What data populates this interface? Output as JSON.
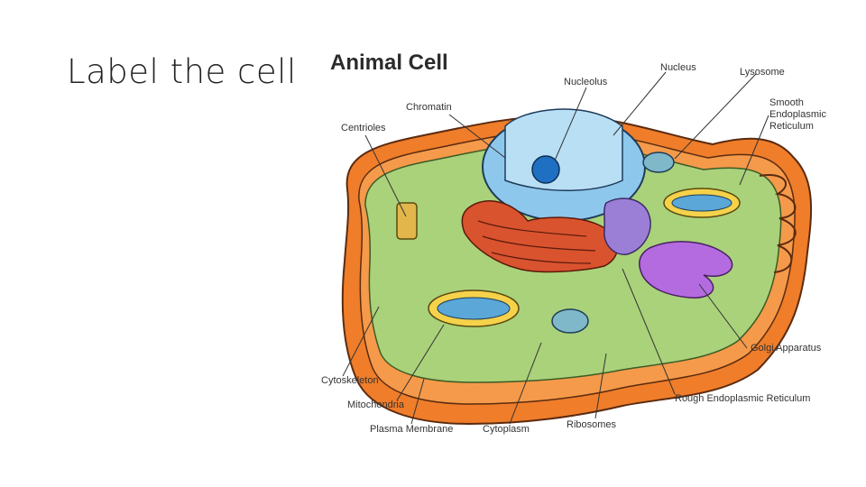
{
  "slide": {
    "title": "Label the cell"
  },
  "diagram": {
    "title": "Animal Cell",
    "labels": {
      "nucleolus": "Nucleolus",
      "nucleus": "Nucleus",
      "lysosome": "Lysosome",
      "chromatin": "Chromatin",
      "centrioles": "Centrioles",
      "smooth_er_1": "Smooth",
      "smooth_er_2": "Endoplasmic",
      "smooth_er_3": "Reticulum",
      "golgi": "Golgi Apparatus",
      "cytoskeleton": "Cytoskeleton",
      "mitochondria": "Mitochondria",
      "rough_er": "Rough Endoplasmic Reticulum",
      "plasma_membrane": "Plasma Membrane",
      "cytoplasm": "Cytoplasm",
      "ribosomes": "Ribosomes"
    },
    "colors": {
      "membrane_outer": "#ef7d2a",
      "membrane_inner": "#f59a4a",
      "cytoplasm": "#a9d27a",
      "nucleus": "#8ec7ec",
      "nucleolus": "#1f6fc2",
      "rough_er": "#d9532f",
      "golgi": "#b46be0",
      "smooth_er": "#9b7fd6",
      "mitochondria_outer": "#f6d24a",
      "mitochondria_inner": "#5aa7d8",
      "centriole": "#e2b64b",
      "lysosome": "#7fb8c9"
    }
  }
}
